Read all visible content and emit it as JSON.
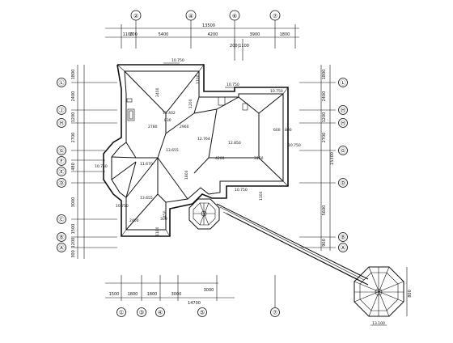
{
  "plan": {
    "top_axes": [
      "②",
      "④",
      "⑥",
      "⑦"
    ],
    "top_dims": [
      "1100",
      "5400",
      "4200",
      "3900",
      "1800"
    ],
    "top_total": "13500",
    "top_sub": "200",
    "top_sub2": "200|1100",
    "left_axes": [
      "Ⓛ",
      "Ⓙ",
      "Ⓗ",
      "Ⓖ",
      "Ⓕ",
      "Ⓔ",
      "Ⓓ",
      "Ⓒ",
      "Ⓑ",
      "Ⓐ"
    ],
    "right_axes": [
      "Ⓛ",
      "Ⓗ",
      "Ⓗ",
      "Ⓖ",
      "Ⓓ",
      "Ⓑ",
      "Ⓐ"
    ],
    "left_dims": [
      "1800",
      "2400",
      "1200",
      "2700",
      "480",
      "3000",
      "1500",
      "1200",
      "300"
    ],
    "right_dims": [
      "1800",
      "2400",
      "1200",
      "2700",
      "5600",
      "900"
    ],
    "right_total": "15300",
    "bottom_dims": [
      "1500",
      "1800",
      "1800",
      "3000",
      "3000"
    ],
    "bottom_total": "14700",
    "bottom_axes": [
      "①",
      "③",
      "④",
      "⑤",
      "⑦"
    ],
    "elevations": [
      "10.750",
      "10.750",
      "10.750",
      "12.402",
      "12.764",
      "13.655",
      "12.850",
      "10.750",
      "11.670",
      "10.750",
      "13.655",
      "10.750",
      "10.750",
      "13.100"
    ],
    "inner_dims": [
      "2780",
      "2960",
      "830",
      "4200",
      "3150",
      "600",
      "800",
      "2400",
      "1100",
      "1200",
      "1100",
      "300",
      "450",
      "1800",
      "1100",
      "2400"
    ],
    "gazebo_dim": "800"
  },
  "colors": {
    "line": "#111111",
    "background": "#ffffff"
  }
}
